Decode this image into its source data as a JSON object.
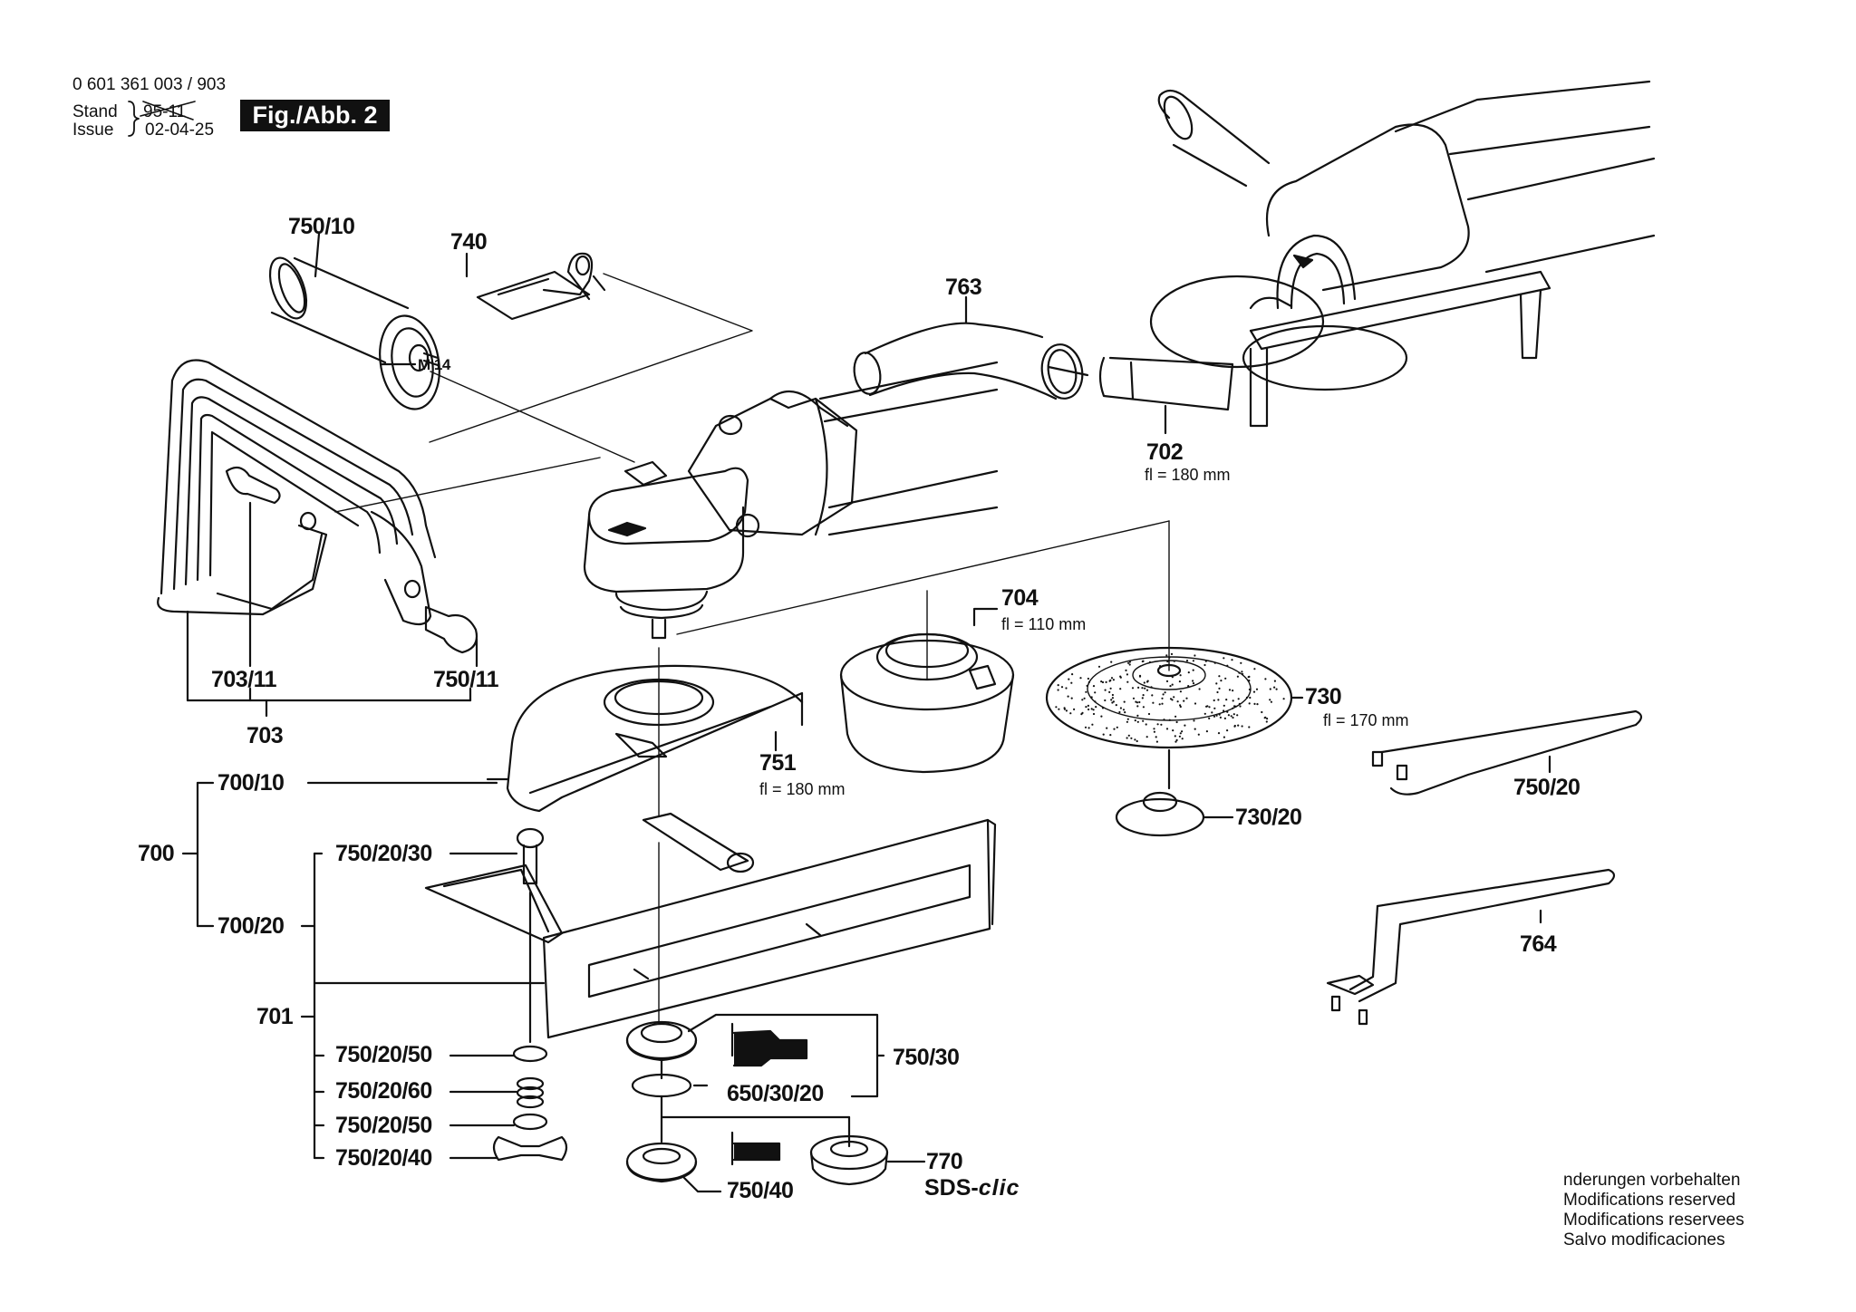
{
  "header": {
    "part_number": "0 601 361 003 / 903",
    "stand_label": "Stand",
    "issue_label": "Issue",
    "old_date_struck": "95-11",
    "issue_date": "02-04-25",
    "figure_label": "Fig./Abb. 2"
  },
  "parts": {
    "p750_10": "750/10",
    "p740": "740",
    "m14": "M 14",
    "p763": "763",
    "p702": "702",
    "p702_dim": "fl = 180 mm",
    "p704": "704",
    "p704_dim": "fl = 110 mm",
    "p703_11": "703/11",
    "p750_11": "750/11",
    "p703": "703",
    "p700_10": "700/10",
    "p700": "700",
    "p750_20_30": "750/20/30",
    "p700_20": "700/20",
    "p701": "701",
    "p751": "751",
    "p751_dim": "fl = 180 mm",
    "p730": "730",
    "p730_dim": "fl = 170 mm",
    "p730_20": "730/20",
    "p750_20": "750/20",
    "p764": "764",
    "p750_20_50a": "750/20/50",
    "p750_20_60": "750/20/60",
    "p750_20_50b": "750/20/50",
    "p750_20_40": "750/20/40",
    "p750_30": "750/30",
    "p650_30_20": "650/30/20",
    "p770": "770",
    "sds_prefix": "SDS-",
    "sds_suffix": "clic",
    "p750_40": "750/40"
  },
  "footer": {
    "line1": " nderungen vorbehalten",
    "line2": "Modifications reserved",
    "line3": "Modifications reservees",
    "line4": "Salvo modificaciones"
  }
}
